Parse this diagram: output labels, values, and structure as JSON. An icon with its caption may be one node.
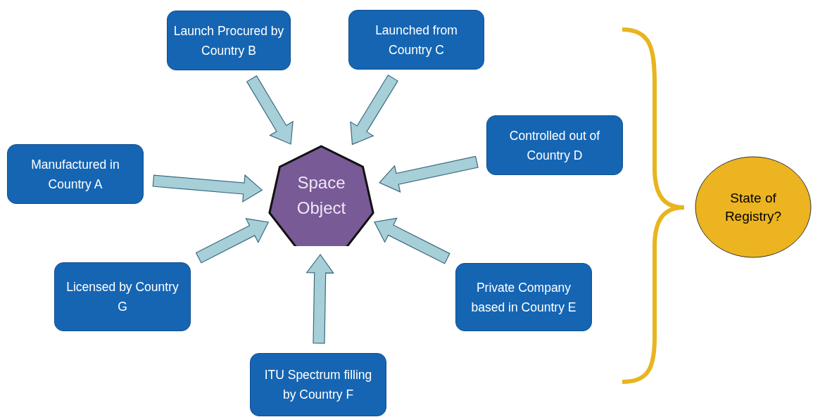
{
  "diagram": {
    "nodes": [
      {
        "text": [
          "Launch Procured by Country B"
        ]
      },
      {
        "text": [
          "Launched from Country C"
        ]
      },
      {
        "text": [
          "Manufactured in Country A"
        ]
      },
      {
        "text": [
          "Space Object"
        ]
      },
      {
        "text": [
          "Controlled out of Country D"
        ]
      },
      {
        "text": [
          "Licensed by Country G"
        ]
      },
      {
        "text": [
          "Private Company based in Country E"
        ]
      },
      {
        "text": [
          "ITU Spectrum filling by Country F"
        ]
      },
      {
        "text": [
          "State of Registry?"
        ]
      }
    ],
    "edges": [
      {
        "from": 0,
        "to": 3,
        "arrow": "to"
      },
      {
        "from": 1,
        "to": 3,
        "arrow": "to"
      },
      {
        "from": 2,
        "to": 3,
        "arrow": "to"
      },
      {
        "from": 4,
        "to": 3,
        "arrow": "to"
      },
      {
        "from": 5,
        "to": 3,
        "arrow": "to"
      },
      {
        "from": 6,
        "to": 3,
        "arrow": "to"
      },
      {
        "from": 7,
        "to": 3,
        "arrow": "to"
      }
    ]
  }
}
